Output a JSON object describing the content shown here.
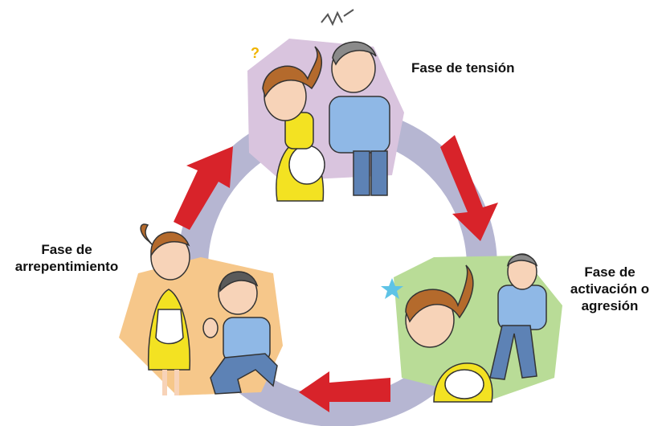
{
  "phases": {
    "tension": {
      "label": "Fase de tensión"
    },
    "activacion": {
      "label_line1": "Fase de",
      "label_line2": "activación o",
      "label_line3": "agresión"
    },
    "arrepentimiento": {
      "label_line1": "Fase de",
      "label_line2": "arrepentimiento"
    }
  },
  "colors": {
    "ring": "#b6b6d2",
    "arrow": "#d8232a",
    "tension_panel": "#d9c4de",
    "activacion_panel": "#b9dc97",
    "arrepentimiento_panel": "#f6c78a",
    "dress": "#f3e222",
    "shirt": "#8fb8e6",
    "pants": "#5d82b5"
  }
}
